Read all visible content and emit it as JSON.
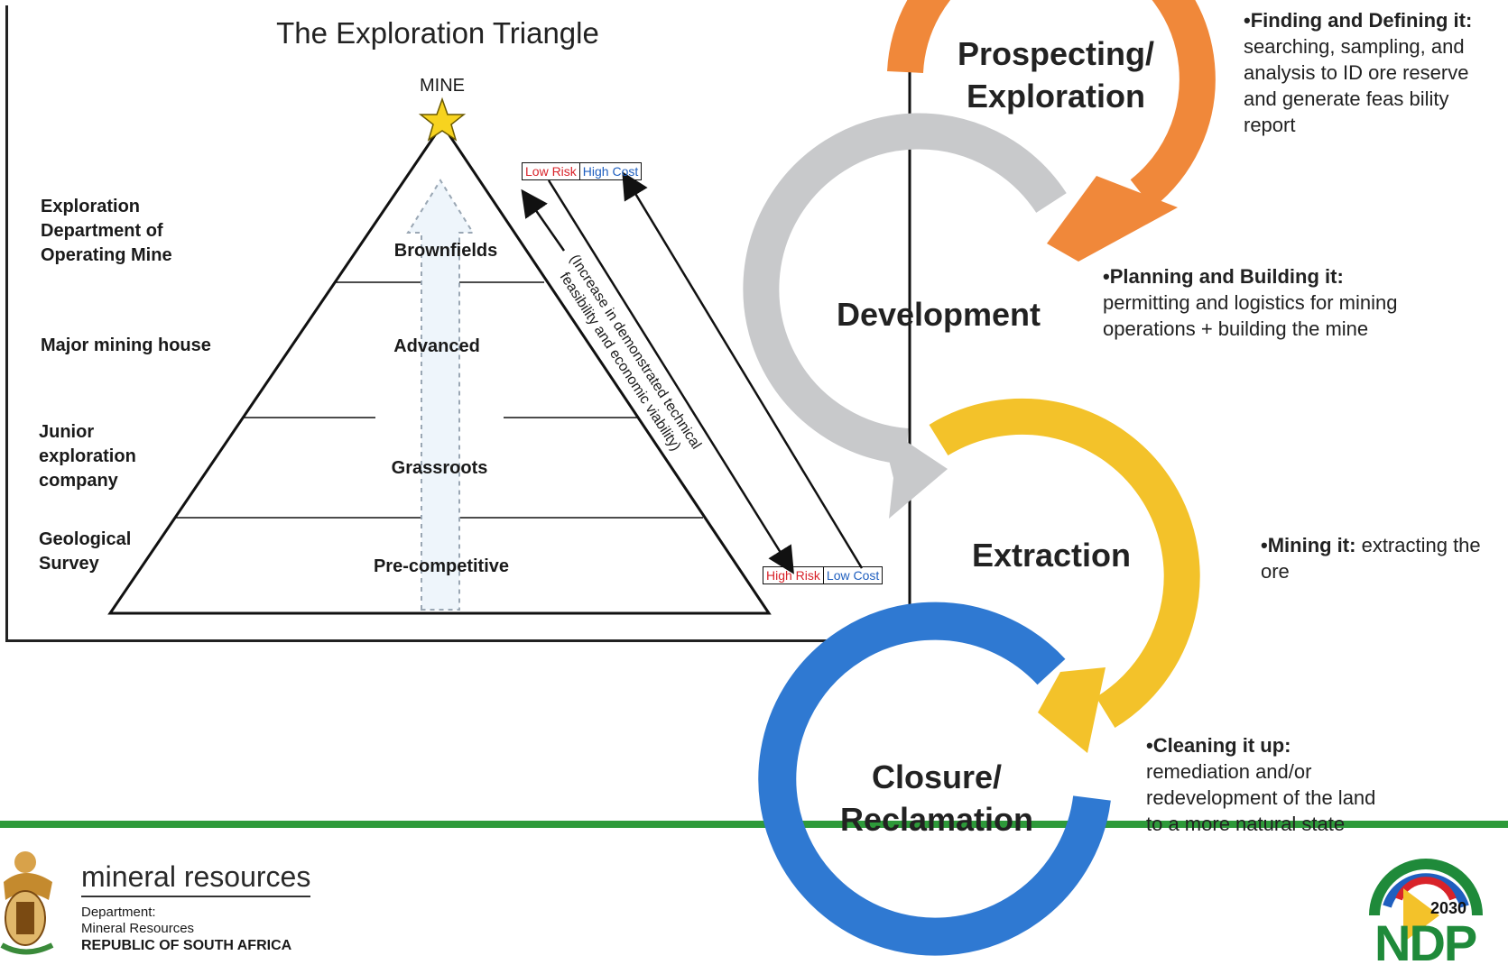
{
  "triangle": {
    "title": "The Exploration Triangle",
    "apex_label": "MINE",
    "tiers": [
      "Brownfields",
      "Advanced",
      "Grassroots",
      "Pre-competitive"
    ],
    "levels": [
      "Exploration Department of Operating Mine",
      "Major mining house",
      "Junior exploration company",
      "Geological Survey"
    ],
    "top_badge": {
      "left": "Low Risk",
      "right": "High Cost"
    },
    "bottom_badge": {
      "left": "High Risk",
      "right": "Low Cost"
    },
    "arrow_text": "(Increase in demonstrated technical feasibility and economic viability)"
  },
  "cycle": [
    {
      "title_1": "Prospecting/",
      "title_2": "Exploration",
      "color": "#f0883a",
      "heading": "Finding and Defining it:",
      "text": "searching, sampling, and analysis to ID ore reserve and generate feas bility report"
    },
    {
      "title_1": "Development",
      "title_2": "",
      "color": "#c8c9cb",
      "heading": "Planning and Building it:",
      "text": "permitting and logistics for mining operations + building the mine"
    },
    {
      "title_1": "Extraction",
      "title_2": "",
      "color": "#f3c22a",
      "heading": "Mining it:",
      "text": "extracting the ore"
    },
    {
      "title_1": "Closure/",
      "title_2": "Reclamation",
      "color": "#2f79d2",
      "heading": "Cleaning it up:",
      "text": "remediation and/or redevelopment of the land to a more natural state"
    }
  ],
  "footer": {
    "brand": "mineral resources",
    "dept_1": "Department:",
    "dept_2": "Mineral Resources",
    "country": "REPUBLIC OF SOUTH AFRICA",
    "ndp_year": "2030",
    "ndp_text": "NDP"
  },
  "colors": {
    "green_line": "#2e9a3a",
    "low_risk": "#d8232a",
    "cost": "#1f5fbf"
  }
}
